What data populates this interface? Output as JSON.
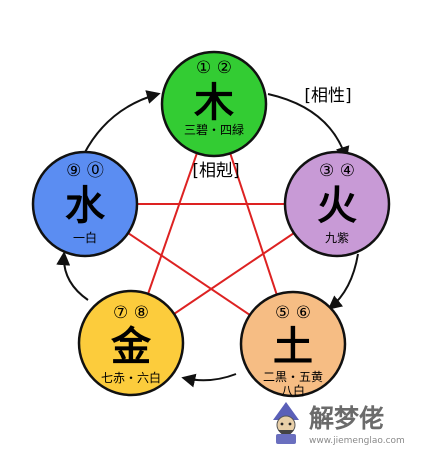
{
  "elements": [
    {
      "key": "wood",
      "char": "木",
      "nums": "① ②",
      "sub": "三碧・四緑",
      "color": "#33cc33"
    },
    {
      "key": "fire",
      "char": "火",
      "nums": "③ ④",
      "sub": "九紫",
      "color": "#c89ad6"
    },
    {
      "key": "earth",
      "char": "土",
      "nums": "⑤ ⑥",
      "sub": "二黒・五黄",
      "sub2": "八白",
      "color": "#f6bd84"
    },
    {
      "key": "metal",
      "char": "金",
      "nums": "⑦ ⑧",
      "sub": "七赤・六白",
      "color": "#fccc3c"
    },
    {
      "key": "water",
      "char": "水",
      "nums": "⑨ ⓪",
      "sub": "一白",
      "color": "#5b8df2"
    }
  ],
  "labels": {
    "generating": "[相性]",
    "controlling": "[相剋]"
  },
  "watermark": {
    "text": "解梦佬",
    "url": "www.jiemenglao.com"
  },
  "colors": {
    "star_lines": "#dd2222",
    "cycle_arrows": "#111111"
  }
}
